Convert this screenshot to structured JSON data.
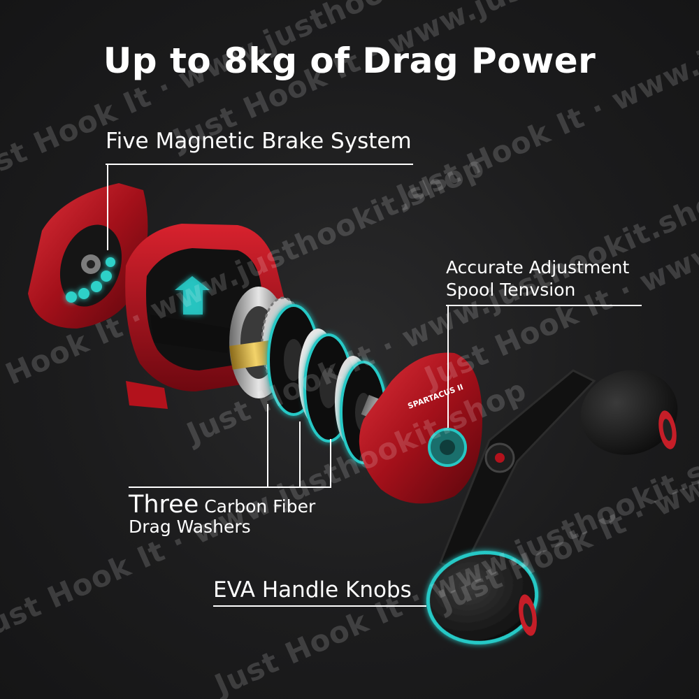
{
  "headline": "Up to 8kg of Drag Power",
  "callouts": {
    "magnetic_brake": "Five Magnetic Brake System",
    "adjustment_line1": "Accurate Adjustment",
    "adjustment_line2": "Spool Tenvsion",
    "washers_big": "Three",
    "washers_rest": " Carbon Fiber",
    "washers_line2": "Drag Washers",
    "handle_knobs": "EVA Handle Knobs"
  },
  "product": {
    "side_plate_label": "SPARTACUS II"
  },
  "watermark": {
    "text": "Just Hook It · www.justhookit.shop"
  },
  "colors": {
    "background": "#1b1b1c",
    "reel_red": "#b3121c",
    "glow_teal": "#27c7c4",
    "text": "#ffffff"
  }
}
